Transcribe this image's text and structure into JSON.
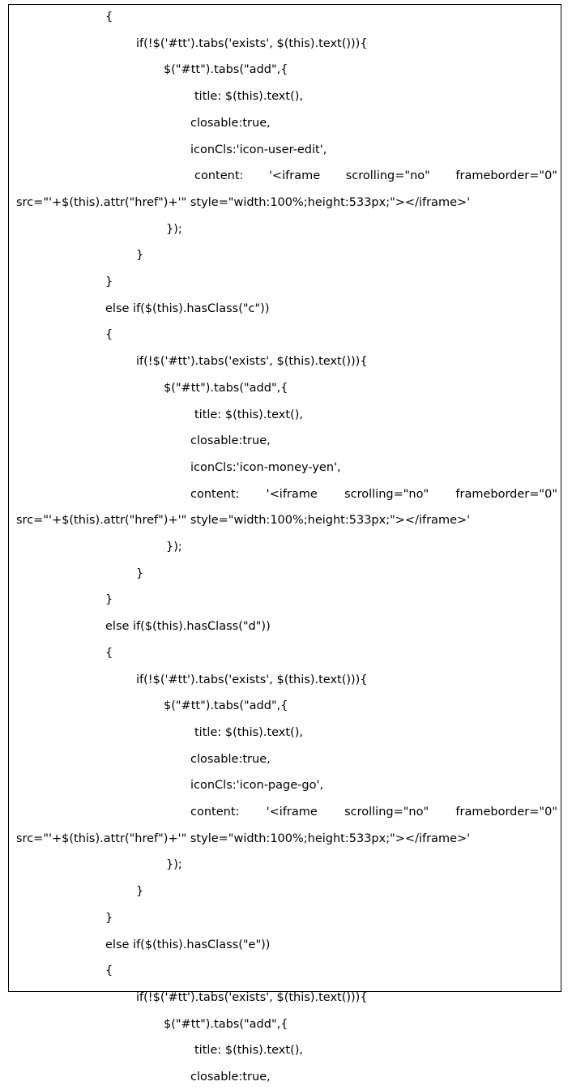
{
  "lines": [
    {
      "indent": 130,
      "text": "{"
    },
    {
      "indent": 168,
      "text": "if(!$('#tt').tabs('exists', $(this).text())){"
    },
    {
      "indent": 202,
      "text": "$(\"#tt\").tabs(\"add\",{"
    },
    {
      "indent": 240,
      "text": "title: $(this).text(),"
    },
    {
      "indent": 235,
      "text": "closable:true,"
    },
    {
      "indent": 235,
      "text": "iconCls:'icon-user-edit',"
    },
    {
      "indent": 240,
      "justify": true,
      "parts": [
        "content:",
        "'<iframe",
        "scrolling=\"no\"",
        "frameborder=\"0\""
      ]
    },
    {
      "indent": 20,
      "text": "src=\"'+$(this).attr(\"href\")+'\" style=\"width:100%;height:533px;\"></iframe>'"
    },
    {
      "indent": 205,
      "text": "});"
    },
    {
      "indent": 168,
      "text": "}"
    },
    {
      "indent": 130,
      "text": "}"
    },
    {
      "indent": 130,
      "text": "else if($(this).hasClass(\"c\"))"
    },
    {
      "indent": 130,
      "text": "{"
    },
    {
      "indent": 168,
      "text": "if(!$('#tt').tabs('exists', $(this).text())){"
    },
    {
      "indent": 202,
      "text": "$(\"#tt\").tabs(\"add\",{"
    },
    {
      "indent": 240,
      "text": "title: $(this).text(),"
    },
    {
      "indent": 235,
      "text": "closable:true,"
    },
    {
      "indent": 235,
      "text": "iconCls:'icon-money-yen',"
    },
    {
      "indent": 235,
      "justify": true,
      "parts": [
        "content:",
        "'<iframe",
        "scrolling=\"no\"",
        "frameborder=\"0\""
      ]
    },
    {
      "indent": 20,
      "text": "src=\"'+$(this).attr(\"href\")+'\" style=\"width:100%;height:533px;\"></iframe>'"
    },
    {
      "indent": 205,
      "text": "});"
    },
    {
      "indent": 168,
      "text": "}"
    },
    {
      "indent": 130,
      "text": "}"
    },
    {
      "indent": 130,
      "text": "else if($(this).hasClass(\"d\"))"
    },
    {
      "indent": 130,
      "text": "{"
    },
    {
      "indent": 168,
      "text": "if(!$('#tt').tabs('exists', $(this).text())){"
    },
    {
      "indent": 202,
      "text": "$(\"#tt\").tabs(\"add\",{"
    },
    {
      "indent": 240,
      "text": "title: $(this).text(),"
    },
    {
      "indent": 235,
      "text": "closable:true,"
    },
    {
      "indent": 235,
      "text": "iconCls:'icon-page-go',"
    },
    {
      "indent": 235,
      "justify": true,
      "parts": [
        "content:",
        "'<iframe",
        "scrolling=\"no\"",
        "frameborder=\"0\""
      ]
    },
    {
      "indent": 20,
      "text": "src=\"'+$(this).attr(\"href\")+'\" style=\"width:100%;height:533px;\"></iframe>'"
    },
    {
      "indent": 205,
      "text": "});"
    },
    {
      "indent": 168,
      "text": "}"
    },
    {
      "indent": 130,
      "text": "}"
    },
    {
      "indent": 130,
      "text": "else if($(this).hasClass(\"e\"))"
    },
    {
      "indent": 130,
      "text": "{"
    },
    {
      "indent": 168,
      "text": "if(!$('#tt').tabs('exists', $(this).text())){"
    },
    {
      "indent": 202,
      "text": "$(\"#tt\").tabs(\"add\",{"
    },
    {
      "indent": 240,
      "text": "title: $(this).text(),"
    },
    {
      "indent": 235,
      "text": "closable:true,"
    }
  ]
}
